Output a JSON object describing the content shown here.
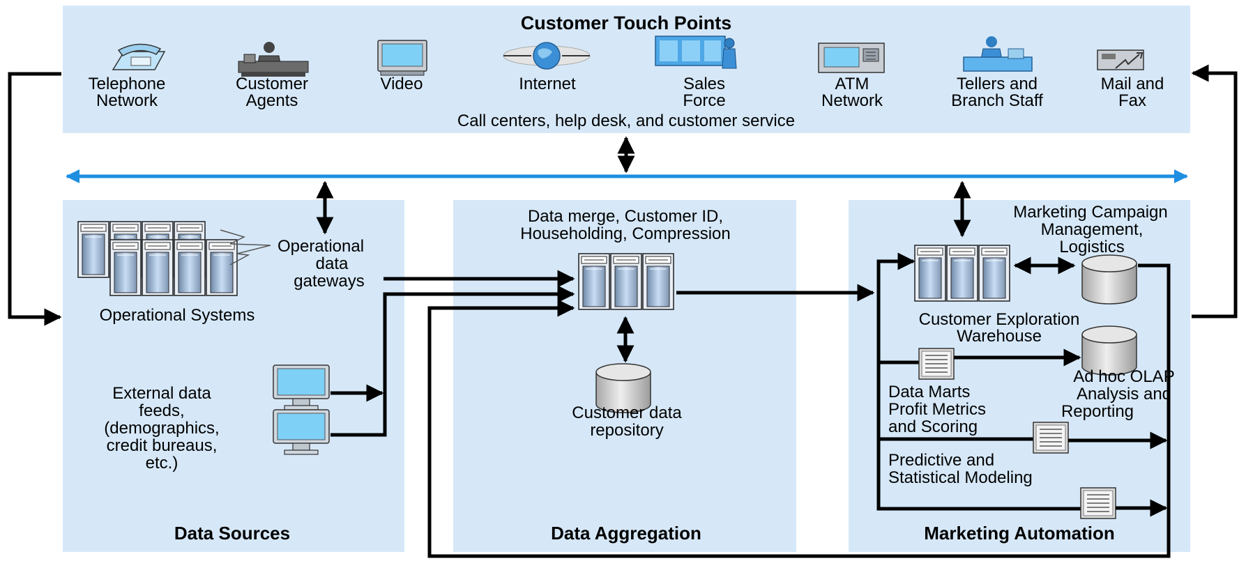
{
  "top_panel": {
    "title": "Customer Touch Points",
    "subtitle": "Call centers, help desk, and customer service",
    "touch_points": [
      {
        "label1": "Telephone",
        "label2": "Network",
        "icon": "telephone-icon"
      },
      {
        "label1": "Customer",
        "label2": "Agents",
        "icon": "customer-agent-icon"
      },
      {
        "label1": "Video",
        "label2": "",
        "icon": "video-monitor-icon"
      },
      {
        "label1": "Internet",
        "label2": "",
        "icon": "internet-globe-icon"
      },
      {
        "label1": "Sales",
        "label2": "Force",
        "icon": "sales-force-icon"
      },
      {
        "label1": "ATM",
        "label2": "Network",
        "icon": "atm-icon"
      },
      {
        "label1": "Tellers and",
        "label2": "Branch Staff",
        "icon": "teller-icon"
      },
      {
        "label1": "Mail and",
        "label2": "Fax",
        "icon": "mail-fax-icon"
      }
    ]
  },
  "data_sources": {
    "title": "Data Sources",
    "gateway_lines": [
      "Operational",
      "data",
      "gateways"
    ],
    "systems_label": "Operational Systems",
    "external_lines": [
      "External data",
      "feeds,",
      "(demographics,",
      "credit bureaus,",
      "etc.)"
    ]
  },
  "data_aggregation": {
    "title": "Data Aggregation",
    "header_lines": [
      "Data merge, Customer ID,",
      "Householding, Compression"
    ],
    "repository_lines": [
      "Customer data",
      "repository"
    ]
  },
  "marketing_automation": {
    "title": "Marketing Automation",
    "campaign_lines": [
      "Marketing Campaign",
      "Management,",
      "Logistics"
    ],
    "warehouse_lines": [
      "Customer Exploration",
      "Warehouse"
    ],
    "olap_lines": [
      "Ad hoc OLAP",
      "Analysis and",
      "Reporting"
    ],
    "marts_lines": [
      "Data Marts",
      "Profit Metrics",
      "and Scoring"
    ],
    "modeling_lines": [
      "Predictive and",
      "Statistical Modeling"
    ]
  },
  "colors": {
    "panel": "#d6e8f8",
    "bus": "#1e8fe0",
    "line": "#000000",
    "server_face": "#a9c9ee",
    "cylinder": "#cfcfcf"
  }
}
